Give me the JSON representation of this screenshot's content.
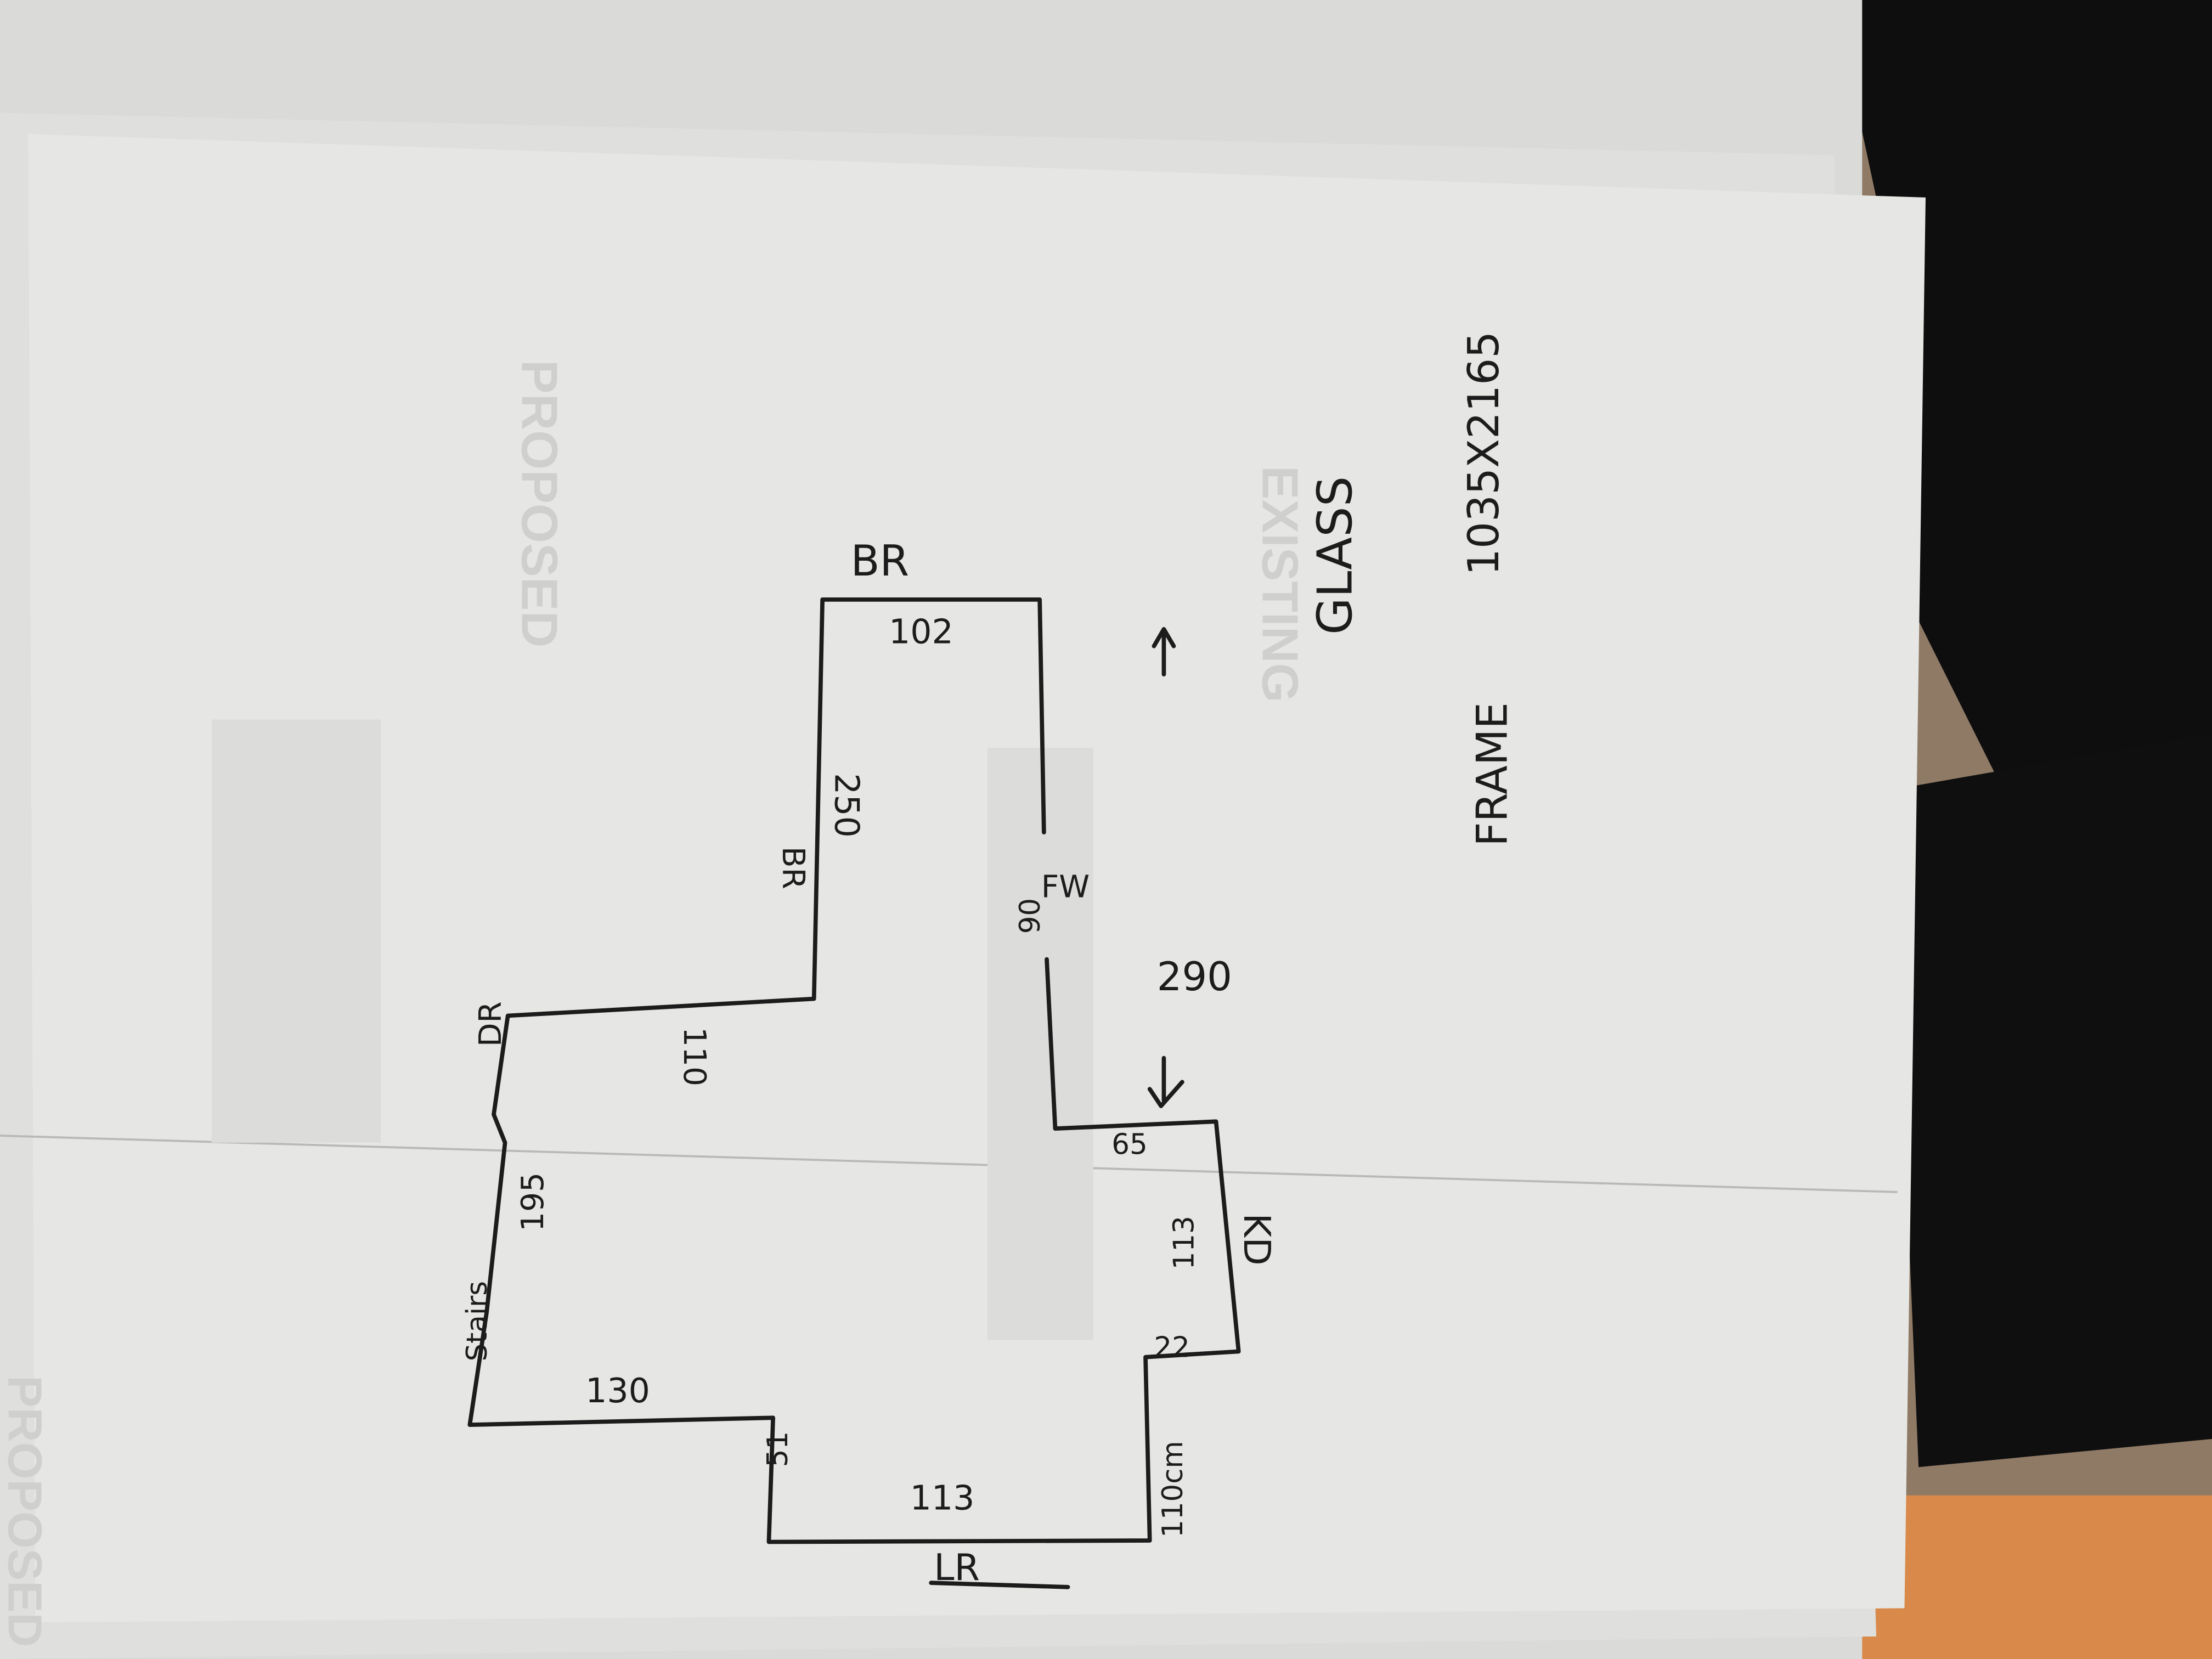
{
  "background_print": {
    "proposed_top": "PROPOSED",
    "proposed_bottom": "PROPOSED",
    "existing": "EXISTING"
  },
  "sketch": {
    "rooms": {
      "br_top": "BR",
      "br_side": "BR",
      "fw": "FW",
      "dr": "DR",
      "stairs": "Stairs",
      "kd": "KD",
      "lr": "LR"
    },
    "dimensions": {
      "d102": "102",
      "d250": "250",
      "d90": "90",
      "d290": "290",
      "d110": "110",
      "d195": "195",
      "d130": "130",
      "d51": "51",
      "d113_bottom": "113",
      "d110cm": "110cm",
      "d22": "22",
      "d113_right": "113",
      "d65": "65"
    }
  },
  "notes": {
    "glass": "GLASS",
    "frame": "FRAME",
    "size": "1035X2165"
  },
  "colors": {
    "paper": "#e6e7e4",
    "ink": "#1c1c1c",
    "tile": "#9a7f66",
    "dark": "#0e0e0e",
    "mat": "#d98a4a"
  }
}
